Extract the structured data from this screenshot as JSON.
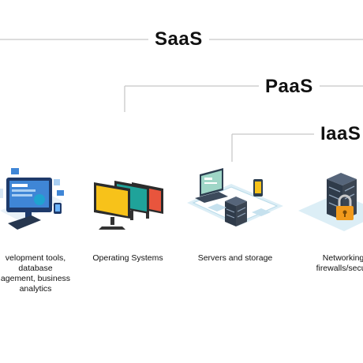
{
  "tiers": {
    "saas": "SaaS",
    "paas": "PaaS",
    "iaas": "IaaS"
  },
  "columns": [
    {
      "caption": "velopment tools,\ndatabase\nagement, business\nanalytics",
      "icon": "developer-workstation-icon"
    },
    {
      "caption": "Operating Systems",
      "icon": "monitors-icon"
    },
    {
      "caption": "Servers and storage",
      "icon": "server-storage-icon"
    },
    {
      "caption": "Networking\nfirewalls/securi",
      "icon": "server-lock-icon"
    }
  ],
  "colors": {
    "line": "#c8c8c8",
    "monitor_yellow": "#f7c21a",
    "monitor_teal": "#1fa39a",
    "monitor_orange": "#e8553d",
    "server_dark": "#3b4552",
    "platform_light": "#dceef6",
    "accent_blue": "#2f7fd0",
    "lock_orange": "#f19a1c"
  }
}
